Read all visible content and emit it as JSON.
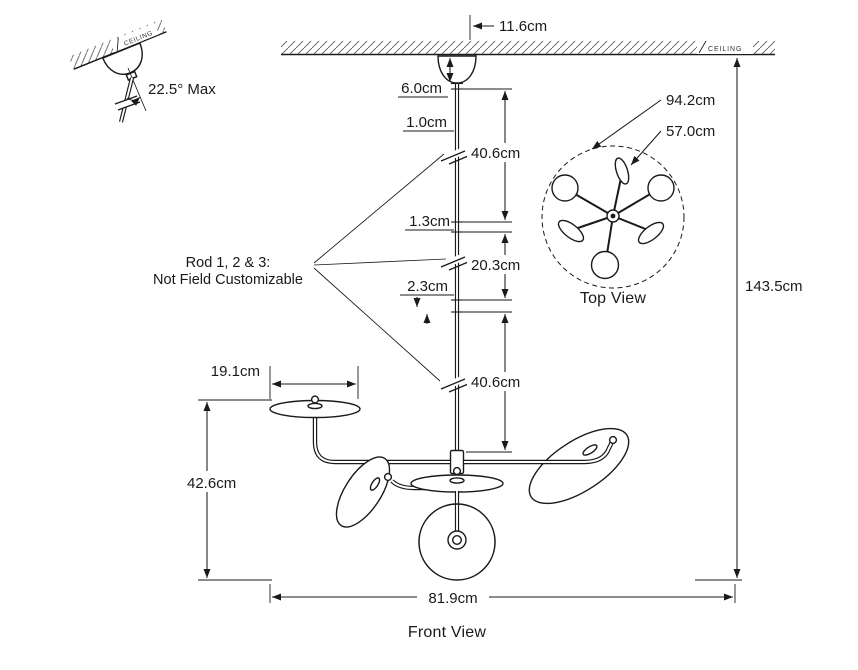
{
  "diagram": {
    "ceiling": {
      "main_label": "CEILING",
      "detail_label": "CEILING"
    },
    "detail": {
      "max_tilt": "22.5° Max"
    },
    "note": {
      "line1": "Rod 1, 2 & 3:",
      "line2": "Not Field Customizable"
    },
    "dimensions": {
      "canopy_width": "11.6cm",
      "canopy_height": "6.0cm",
      "rod_diameter": "1.0cm",
      "rod_section_1": "40.6cm",
      "coupler_1": "1.3cm",
      "rod_section_2": "20.3cm",
      "coupler_2": "2.3cm",
      "rod_section_3": "40.6cm",
      "overall_height": "143.5cm",
      "top_view_diameter": "94.2cm",
      "top_view_arm_spread": "57.0cm",
      "shade_width": "19.1cm",
      "body_height": "42.6cm",
      "body_width": "81.9cm"
    },
    "views": {
      "top": "Top View",
      "front": "Front View"
    },
    "colors": {
      "line": "#1a1a1a",
      "background": "#ffffff"
    }
  }
}
